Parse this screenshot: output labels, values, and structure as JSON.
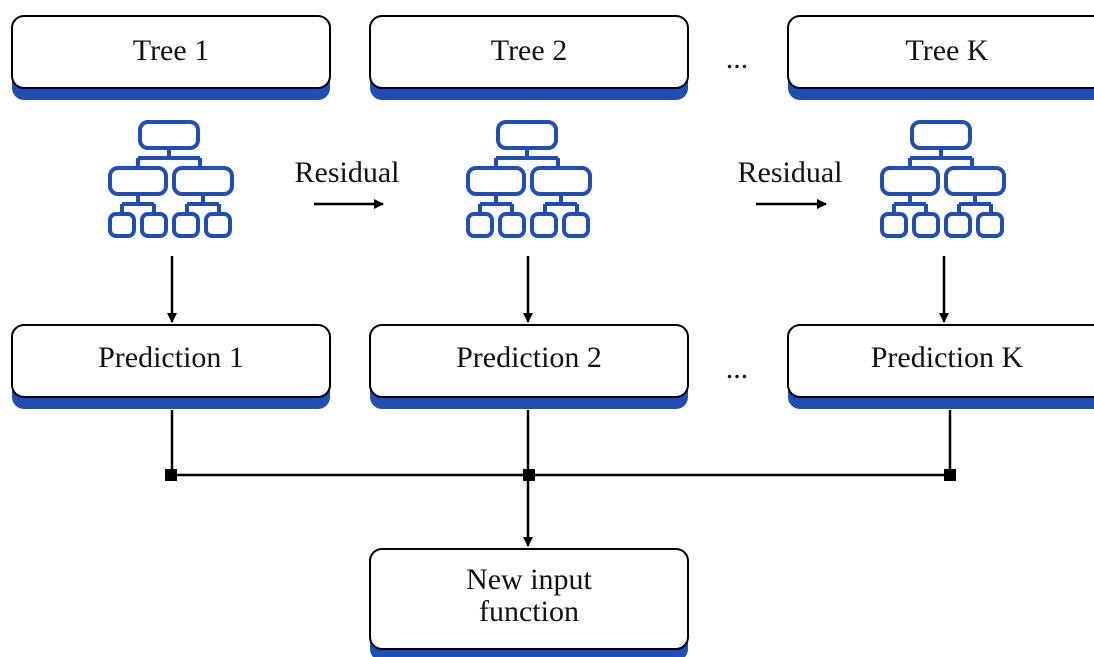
{
  "colors": {
    "accent": "#1f4fb5",
    "border": "#000000",
    "line": "#000000",
    "box_fill": "#ffffff"
  },
  "trees": [
    {
      "label": "Tree 1",
      "prediction": "Prediction 1"
    },
    {
      "label": "Tree 2",
      "prediction": "Prediction 2"
    },
    {
      "label": "Tree K",
      "prediction": "Prediction K"
    }
  ],
  "ellipsis": [
    "...",
    "..."
  ],
  "residual_labels": [
    "Residual",
    "Residual"
  ],
  "output": {
    "line1": "New input",
    "line2": "function"
  },
  "icons": {
    "tree": "decision-tree-icon"
  }
}
